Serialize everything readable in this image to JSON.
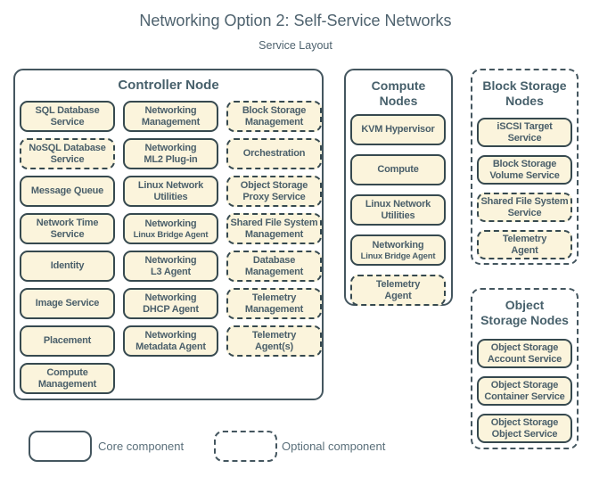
{
  "title": "Networking Option 2: Self-Service Networks",
  "subtitle": "Service Layout",
  "colors": {
    "component_fill": "#FBF4DC",
    "component_border": "#36494F",
    "node_border": "#44565F",
    "text": "#4A5F6A",
    "title_text": "#4E626E"
  },
  "controller": {
    "title": "Controller Node",
    "components": [
      {
        "line1": "SQL Database",
        "line2": "Service",
        "type": "core"
      },
      {
        "line1": "Networking",
        "line2": "Management",
        "type": "core"
      },
      {
        "line1": "Block Storage",
        "line2": "Management",
        "type": "optional"
      },
      {
        "line1": "NoSQL Database",
        "line2": "Service",
        "type": "optional"
      },
      {
        "line1": "Networking",
        "line2": "ML2 Plug-in",
        "type": "core"
      },
      {
        "line1": "Orchestration",
        "line2": "",
        "type": "optional"
      },
      {
        "line1": "Message Queue",
        "line2": "",
        "type": "core"
      },
      {
        "line1": "Linux Network",
        "line2": "Utilities",
        "type": "core"
      },
      {
        "line1": "Object Storage",
        "line2": "Proxy Service",
        "type": "optional"
      },
      {
        "line1": "Network Time",
        "line2": "Service",
        "type": "core"
      },
      {
        "line1": "Networking",
        "line2": "Linux Bridge Agent",
        "type": "core"
      },
      {
        "line1": "Shared File System",
        "line2": "Management",
        "type": "optional"
      },
      {
        "line1": "Identity",
        "line2": "",
        "type": "core"
      },
      {
        "line1": "Networking",
        "line2": "L3 Agent",
        "type": "core"
      },
      {
        "line1": "Database",
        "line2": "Management",
        "type": "optional"
      },
      {
        "line1": "Image Service",
        "line2": "",
        "type": "core"
      },
      {
        "line1": "Networking",
        "line2": "DHCP Agent",
        "type": "core"
      },
      {
        "line1": "Telemetry",
        "line2": "Management",
        "type": "optional"
      },
      {
        "line1": "Placement",
        "line2": "",
        "type": "core"
      },
      {
        "line1": "Networking",
        "line2": "Metadata Agent",
        "type": "core"
      },
      {
        "line1": "Telemetry",
        "line2": "Agent(s)",
        "type": "optional"
      },
      {
        "line1": "Compute",
        "line2": "Management",
        "type": "core"
      }
    ]
  },
  "compute": {
    "title_line1": "Compute",
    "title_line2": "Nodes",
    "components": [
      {
        "line1": "KVM Hypervisor",
        "line2": "",
        "type": "core"
      },
      {
        "line1": "Compute",
        "line2": "",
        "type": "core"
      },
      {
        "line1": "Linux Network",
        "line2": "Utilities",
        "type": "core"
      },
      {
        "line1": "Networking",
        "line2": "Linux Bridge Agent",
        "type": "core"
      },
      {
        "line1": "Telemetry",
        "line2": "Agent",
        "type": "optional"
      }
    ]
  },
  "block": {
    "title_line1": "Block Storage",
    "title_line2": "Nodes",
    "components": [
      {
        "line1": "iSCSI Target",
        "line2": "Service",
        "type": "core"
      },
      {
        "line1": "Block Storage",
        "line2": "Volume Service",
        "type": "core"
      },
      {
        "line1": "Shared File System",
        "line2": "Service",
        "type": "optional"
      },
      {
        "line1": "Telemetry",
        "line2": "Agent",
        "type": "optional"
      }
    ]
  },
  "object": {
    "title_line1": "Object",
    "title_line2": "Storage Nodes",
    "components": [
      {
        "line1": "Object Storage",
        "line2": "Account Service",
        "type": "core"
      },
      {
        "line1": "Object Storage",
        "line2": "Container Service",
        "type": "core"
      },
      {
        "line1": "Object Storage",
        "line2": "Object Service",
        "type": "core"
      }
    ]
  },
  "legend": {
    "core_label": "Core component",
    "optional_label": "Optional component"
  }
}
